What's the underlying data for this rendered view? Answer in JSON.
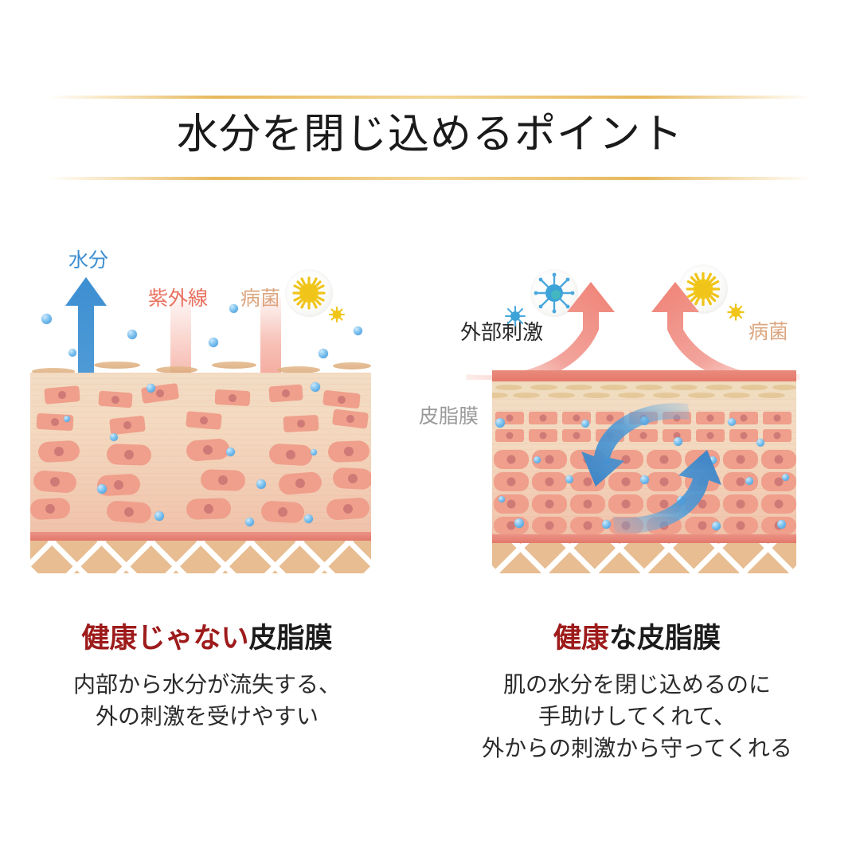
{
  "title": "水分を閉じ込めるポイント",
  "panels": {
    "left": {
      "labels": {
        "moisture": "水分",
        "uv": "紫外線",
        "germ": "病菌"
      },
      "caption": {
        "heading_highlight": "健康じゃない",
        "heading_rest": "皮脂膜",
        "lines": [
          "内部から水分が流失する、",
          "外の刺激を受けやすい"
        ]
      }
    },
    "right": {
      "labels": {
        "external": "外部刺激",
        "germ": "病菌",
        "sebum_film": "皮脂膜"
      },
      "caption": {
        "heading_highlight": "健康",
        "heading_rest": "な皮脂膜",
        "lines": [
          "肌の水分を閉じ込めるのに",
          "手助けしてくれて、",
          "外からの刺激から守ってくれる"
        ]
      }
    }
  },
  "icons": {
    "germ_yellow": "yellow-germ-icon",
    "virus_blue": "blue-virus-icon",
    "water_drop": "water-droplet-icon",
    "up_arrow": "blue-up-arrow-icon",
    "down_arrow": "red-down-arrow-icon",
    "bounce_arrow": "pink-bounce-arrow-icon",
    "circulate_arrow": "blue-circulation-arrow-icon"
  },
  "colors": {
    "gold_rule": "#e7b85c",
    "title_text": "#1a1a1a",
    "moisture_blue": "#3d8fd1",
    "uv_red": "#e8705f",
    "germ_tan": "#dba780",
    "sebum_pink": "#e4796b",
    "heading_red": "#9e1b1b",
    "epidermis": "#f2dcc4",
    "cell": "#ef9f8b",
    "cell_nucleus": "#cf7a77",
    "fat_layer": "#e8bd92",
    "background": "#ffffff"
  }
}
